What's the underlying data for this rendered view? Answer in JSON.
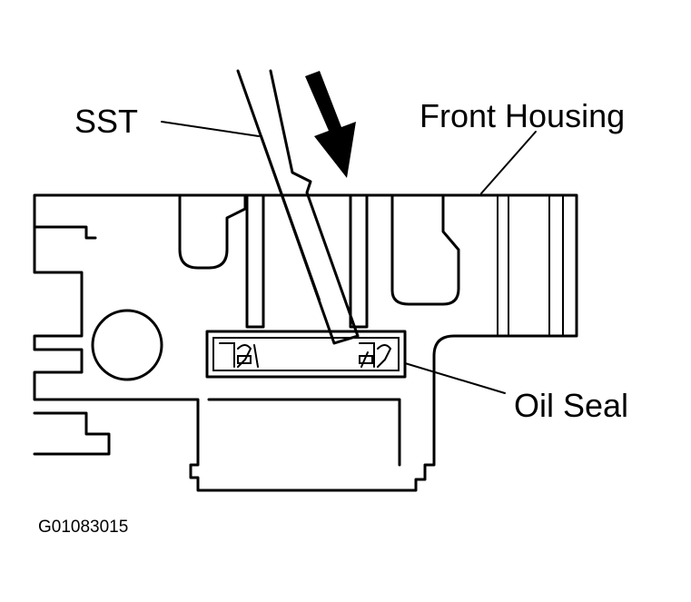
{
  "labels": {
    "sst": "SST",
    "front_housing": "Front Housing",
    "oil_seal": "Oil Seal"
  },
  "figure_code": "G01083015"
}
